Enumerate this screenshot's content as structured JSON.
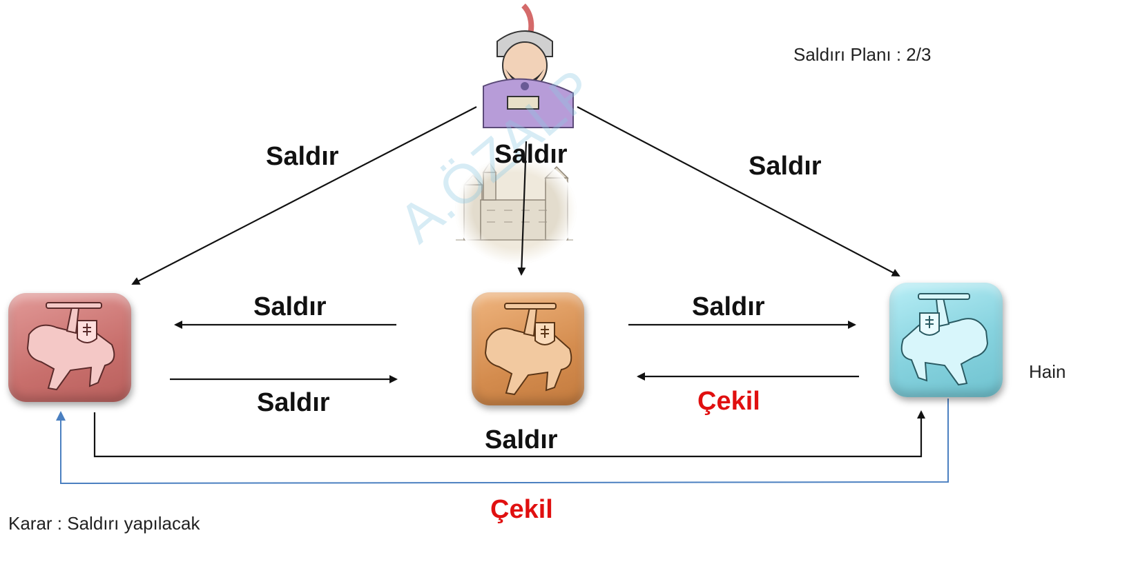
{
  "plan": "Saldırı Planı : 2/3",
  "decision": "Karar : Saldırı yapılacak",
  "traitor": "Hain",
  "watermark": "A.ÖZALP",
  "messages": {
    "cmd_to_left": "Saldır",
    "cmd_to_mid": "Saldır",
    "cmd_to_right": "Saldır",
    "mid_to_left": "Saldır",
    "left_to_mid": "Saldır",
    "mid_to_right": "Saldır",
    "right_to_mid": "Çekil",
    "left_to_right": "Saldır",
    "right_to_left": "Çekil"
  },
  "colors": {
    "attack": "#111111",
    "retreat": "#e01010",
    "traitor_arrow": "#4a7fc0",
    "left_general": "#c87a78",
    "middle_general": "#d8955a",
    "right_general": "#8fd6e2"
  }
}
